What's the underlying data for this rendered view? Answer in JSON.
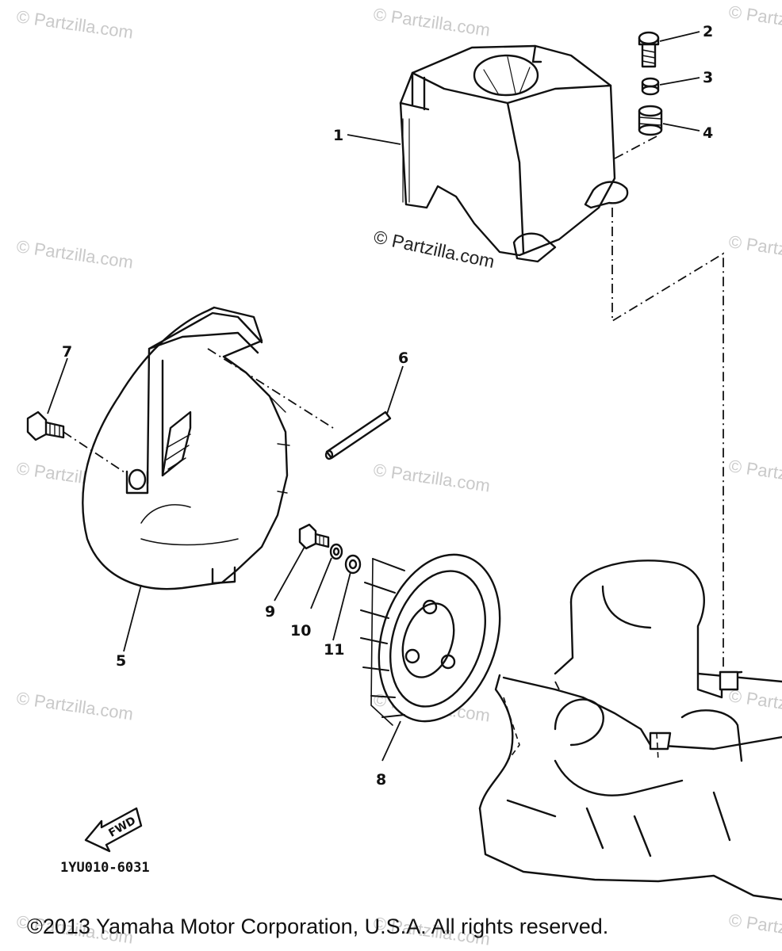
{
  "watermark_text": "© Partzilla.com",
  "center_watermark_text": "© Partzilla.com",
  "callouts": [
    "1",
    "2",
    "3",
    "4",
    "5",
    "6",
    "7",
    "8",
    "9",
    "10",
    "11"
  ],
  "fwd_label": "FWD",
  "part_code": "1YU010-6031",
  "copyright": "©2013  Yamaha Motor Corporation, U.S.A. All rights reserved."
}
